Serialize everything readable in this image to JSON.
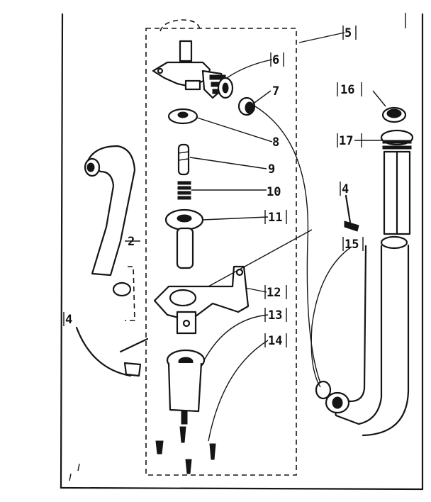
{
  "diagram": {
    "callouts": [
      {
        "id": "c5",
        "text": "5"
      },
      {
        "id": "c6",
        "text": "6"
      },
      {
        "id": "c7",
        "text": "7"
      },
      {
        "id": "c8",
        "text": "8"
      },
      {
        "id": "c9",
        "text": "9"
      },
      {
        "id": "c10",
        "text": "10"
      },
      {
        "id": "c11",
        "text": "11"
      },
      {
        "id": "c12",
        "text": "12"
      },
      {
        "id": "c13",
        "text": "13"
      },
      {
        "id": "c14",
        "text": "14"
      },
      {
        "id": "c15",
        "text": "15"
      },
      {
        "id": "c16",
        "text": "16"
      },
      {
        "id": "c17",
        "text": "17"
      },
      {
        "id": "c2",
        "text": "2"
      },
      {
        "id": "c4a",
        "text": "4"
      },
      {
        "id": "c4b",
        "text": "4"
      }
    ]
  }
}
